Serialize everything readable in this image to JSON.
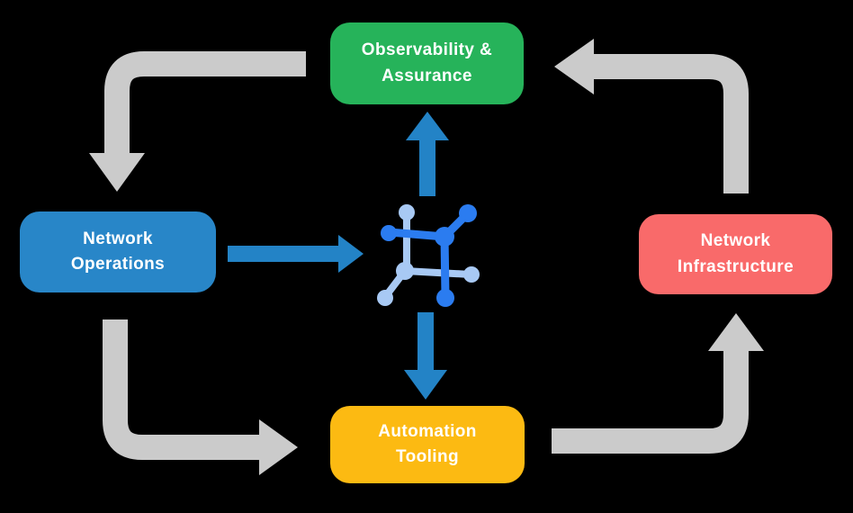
{
  "colors": {
    "background": "#000000",
    "node-green": "#26b35a",
    "node-blue": "#2886c8",
    "node-red": "#f96a6a",
    "node-yellow": "#fcba12",
    "cycle-arrow": "#cbcbcb",
    "flow-arrow": "#2383c6",
    "icon-dark": "#2b7cf0",
    "icon-light": "#a8c9f4",
    "text": "#ffffff"
  },
  "nodes": {
    "observability": {
      "label": "Observability &\nAssurance"
    },
    "operations": {
      "label": "Network\nOperations"
    },
    "infrastructure": {
      "label": "Network\nInfrastructure"
    },
    "automation": {
      "label": "Automation\nTooling"
    }
  },
  "center_icon": "network-mesh-icon",
  "arrows": {
    "cycle": [
      "observability-to-operations",
      "infrastructure-to-observability",
      "operations-to-automation",
      "automation-to-infrastructure"
    ],
    "flow": [
      "operations-to-center",
      "center-to-observability",
      "center-to-automation"
    ]
  }
}
